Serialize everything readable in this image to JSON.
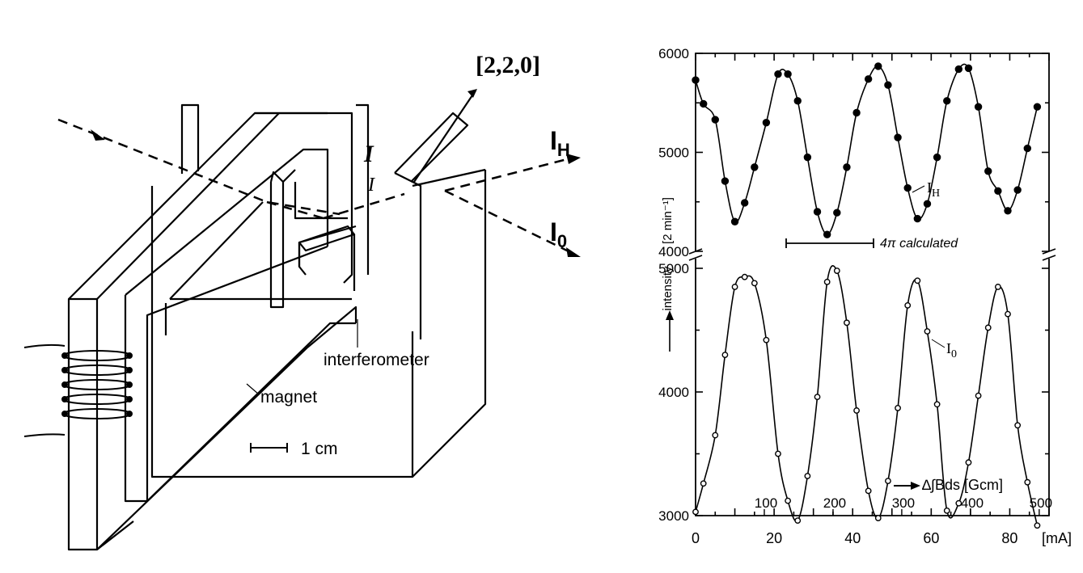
{
  "apparatus": {
    "direction_label": "[2,2,0]",
    "beam_label_h": "I",
    "beam_sub_h": "H",
    "beam_label_0": "I",
    "beam_sub_0": "0",
    "plate_label_1": "I",
    "plate_label_2": "I",
    "interferometer_label": "interferometer",
    "magnet_label": "magnet",
    "scale_label": "1 cm"
  },
  "plot": {
    "ylabel": "intensity",
    "ylabel_unit": "[2 min⁻¹]",
    "annotation_4pi": "4π calculated",
    "series_h_label": "I",
    "series_h_sub": "H",
    "series_0_label": "I",
    "series_0_sub": "0",
    "secondary_axis_label": "∆∫Bds  [Gcm]",
    "x_unit_label": "[mA]",
    "top_ticks": [
      "6000",
      "5000",
      "4000"
    ],
    "bottom_ticks": [
      "5000",
      "4000",
      "3000"
    ],
    "x_ticks": [
      "0",
      "20",
      "40",
      "60",
      "80"
    ],
    "secondary_ticks": [
      "100",
      "200",
      "300",
      "400",
      "500"
    ]
  },
  "chart_data": [
    {
      "type": "scatter",
      "title": "",
      "xlabel": "[mA]",
      "ylabel": "intensity [2 min⁻¹]",
      "xlim": [
        0,
        90
      ],
      "ylim": [
        4000,
        6000
      ],
      "series": [
        {
          "name": "I_H",
          "x": [
            0,
            2,
            5,
            7.5,
            10,
            12.5,
            15,
            18,
            21,
            23.5,
            26,
            28.5,
            31,
            33.5,
            36,
            38.5,
            41,
            44,
            46.5,
            49,
            51.5,
            54,
            56.5,
            59,
            61.5,
            64,
            67,
            69.5,
            72,
            74.5,
            77,
            79.5,
            82,
            84.5,
            87
          ],
          "y": [
            5730,
            5490,
            5330,
            4710,
            4300,
            4490,
            4850,
            5300,
            5790,
            5790,
            5520,
            4950,
            4400,
            4170,
            4390,
            4850,
            5400,
            5740,
            5870,
            5680,
            5150,
            4640,
            4330,
            4480,
            4950,
            5520,
            5840,
            5850,
            5460,
            4810,
            4610,
            4410,
            4620,
            5040,
            5460
          ]
        }
      ],
      "secondary_x_ticks": [
        100,
        200,
        300,
        400,
        500
      ]
    },
    {
      "type": "scatter",
      "title": "",
      "xlabel": "[mA]",
      "ylabel": "intensity [2 min⁻¹]",
      "xlim": [
        0,
        90
      ],
      "ylim": [
        3000,
        5000
      ],
      "series": [
        {
          "name": "I_0",
          "x": [
            0,
            2,
            5,
            7.5,
            10,
            12.5,
            15,
            18,
            21,
            23.5,
            26,
            28.5,
            31,
            33.5,
            36,
            38.5,
            41,
            44,
            46.5,
            49,
            51.5,
            54,
            56.5,
            59,
            61.5,
            64,
            67,
            69.5,
            72,
            74.5,
            77,
            79.5,
            82,
            84.5,
            87
          ],
          "y": [
            3030,
            3260,
            3650,
            4300,
            4850,
            4930,
            4880,
            4420,
            3500,
            3120,
            2960,
            3320,
            3960,
            4890,
            4980,
            4560,
            3850,
            3200,
            2980,
            3280,
            3870,
            4700,
            4900,
            4490,
            3900,
            3040,
            3100,
            3430,
            3970,
            4520,
            4850,
            4630,
            3730,
            3270,
            2920
          ]
        }
      ],
      "secondary_x_ticks": [
        100,
        200,
        300,
        400,
        500
      ]
    }
  ]
}
